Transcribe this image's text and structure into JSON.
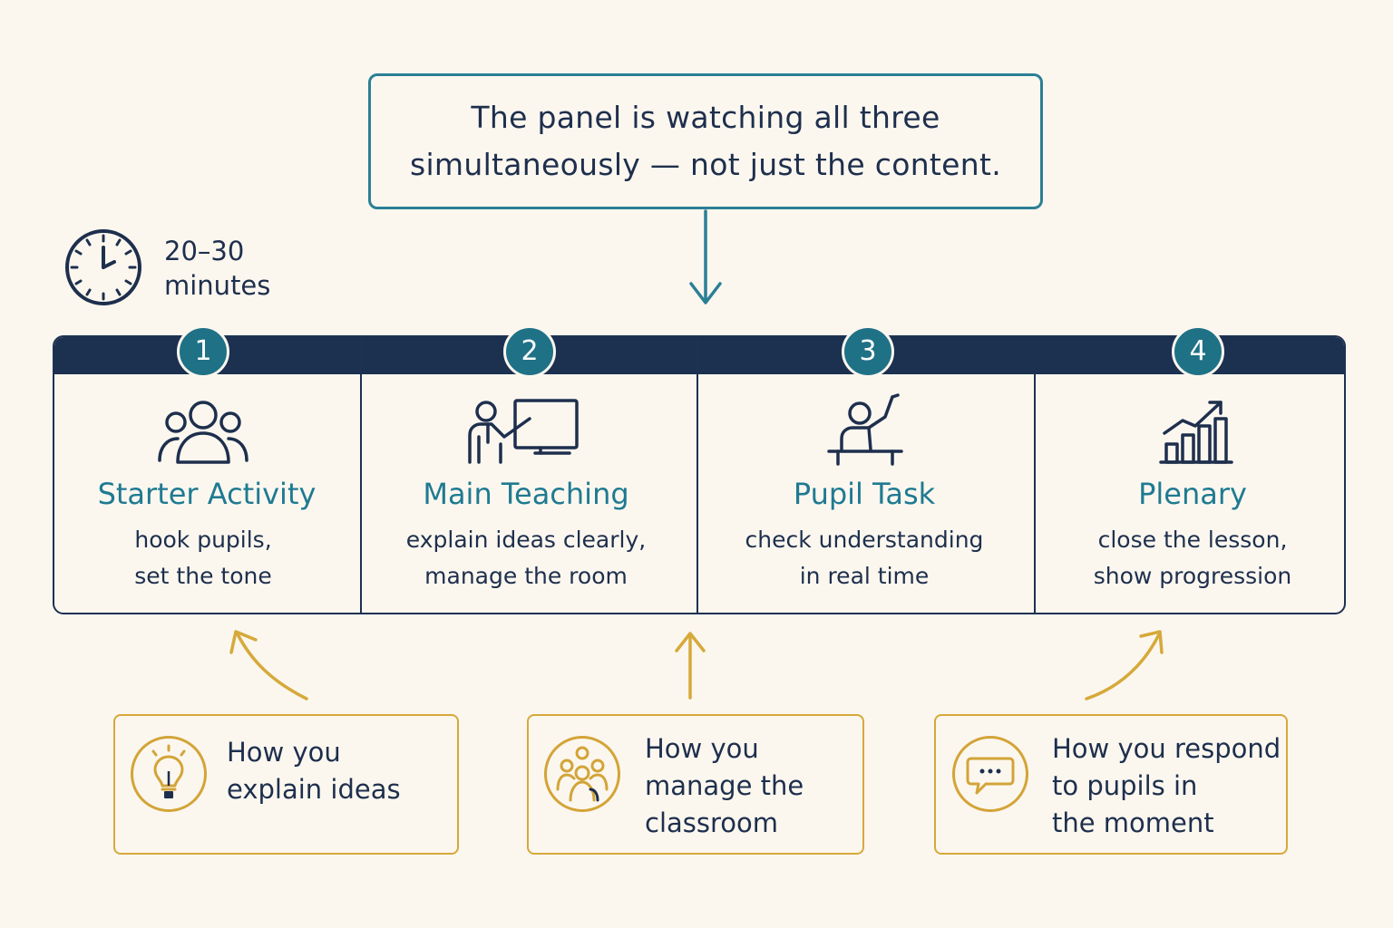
{
  "callout": {
    "line1": "The panel is watching all three",
    "line2": "simultaneously — not just the content."
  },
  "duration": {
    "icon": "clock-icon",
    "line1": "20–30",
    "line2": "minutes"
  },
  "stages": [
    {
      "number": "1",
      "icon": "group-icon",
      "title": "Starter Activity",
      "desc1": "hook pupils,",
      "desc2": "set the tone"
    },
    {
      "number": "2",
      "icon": "teacher-board-icon",
      "title": "Main Teaching",
      "desc1": "explain ideas clearly,",
      "desc2": "manage the room"
    },
    {
      "number": "3",
      "icon": "pupil-hand-raised-icon",
      "title": "Pupil Task",
      "desc1": "check understanding",
      "desc2": "in real time"
    },
    {
      "number": "4",
      "icon": "rising-chart-icon",
      "title": "Plenary",
      "desc1": "close the lesson,",
      "desc2": "show progression"
    }
  ],
  "skills": [
    {
      "icon": "lightbulb-icon",
      "line1": "How you",
      "line2": "explain ideas",
      "line3": ""
    },
    {
      "icon": "people-icon",
      "line1": "How you",
      "line2": "manage the",
      "line3": "classroom"
    },
    {
      "icon": "speech-bubble-icon",
      "line1": "How you respond",
      "line2": "to pupils in",
      "line3": "the moment"
    }
  ],
  "colors": {
    "navy": "#1c3050",
    "teal": "#1f7186",
    "gold": "#d6a93a",
    "background": "#fbf7ef"
  }
}
